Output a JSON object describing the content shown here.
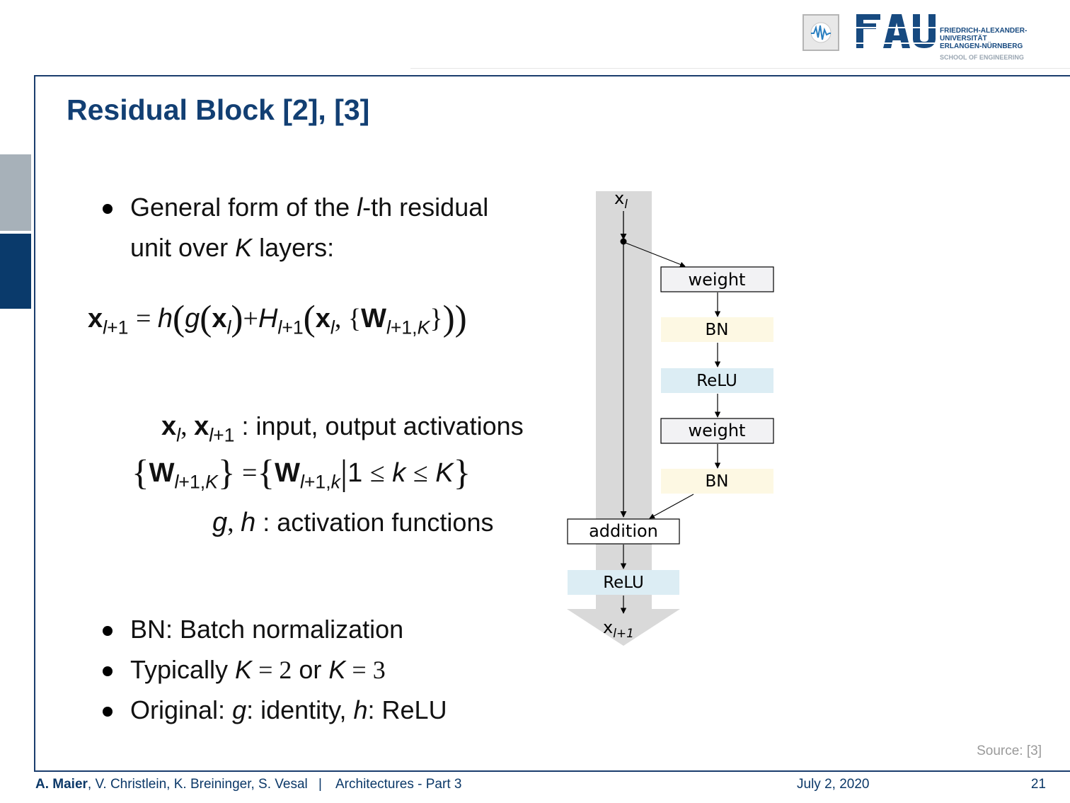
{
  "header": {
    "logo_letters": "FAU",
    "logo_lines": [
      "FRIEDRICH-ALEXANDER-",
      "UNIVERSITÄT",
      "ERLANGEN-NÜRNBERG"
    ],
    "school": "SCHOOL OF ENGINEERING"
  },
  "slide": {
    "title": "Residual Block [2], [3]",
    "bullet1": {
      "pre": "General form of the ",
      "l": "l",
      "post": "-th residual",
      "line2_pre": "unit over ",
      "K": "K",
      "line2_post": " layers:"
    },
    "def1_text": " : input, output activations",
    "def3_text": " : activation functions",
    "bullet2": "BN: Batch normalization",
    "bullet3": {
      "pre": "Typically ",
      "eq1": " = 2",
      "mid": " or ",
      "eq2": " = 3"
    },
    "bullet4": {
      "pre": "Original: ",
      "g_text": ": identity, ",
      "h_text": ": ReLU"
    },
    "source": "Source: [3]"
  },
  "diagram": {
    "input_label": "x",
    "input_sub": "l",
    "output_label": "x",
    "output_sub": "l+1",
    "boxes": [
      "weight",
      "BN",
      "ReLU",
      "weight",
      "BN",
      "addition",
      "ReLU"
    ],
    "colors": {
      "trunk": "#d9d9d9",
      "bn": "#fdf8e3",
      "relu": "#dcedf4",
      "weight": "#f2f2f4"
    }
  },
  "footer": {
    "author_bold": "A. Maier",
    "authors_rest": ", V. Christlein, K. Breininger, S. Vesal",
    "separator": "|",
    "lecture": "Architectures - Part 3",
    "date": "July 2, 2020",
    "page": "21"
  },
  "colors": {
    "title": "#123f73",
    "frame": "#1a3d6d",
    "side_gray": "#a7b1b9",
    "side_blue": "#0a3a6b"
  }
}
